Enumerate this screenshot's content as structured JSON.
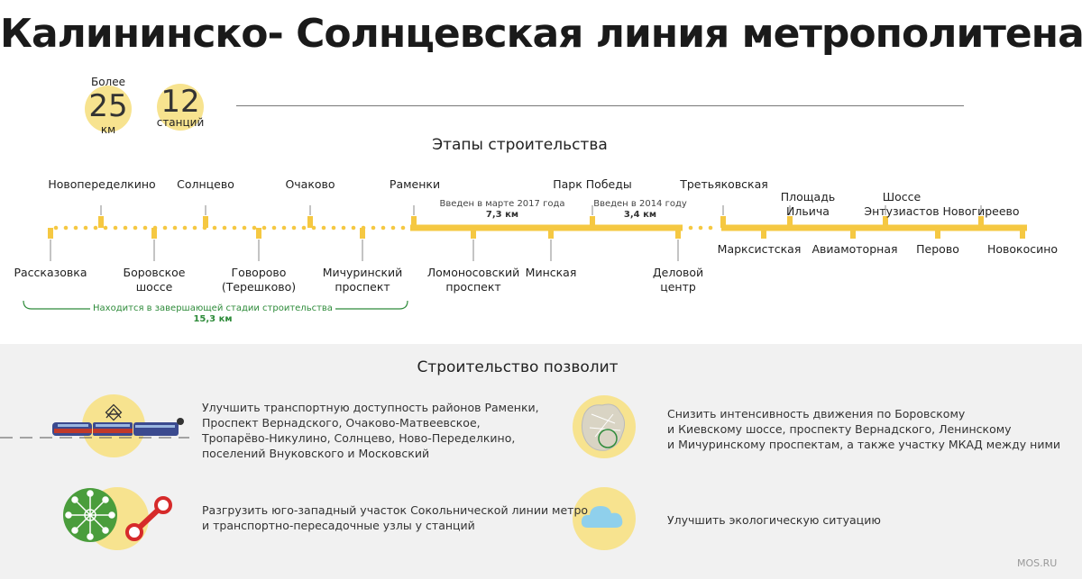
{
  "title": "Калининско- Солнцевская линия метрополитена",
  "stats": {
    "length_prefix": "Более",
    "length_value": "25",
    "length_unit": "км",
    "stations_value": "12",
    "stations_unit": "станций"
  },
  "stages_title": "Этапы строительства",
  "stations_top": [
    "Новопеределкино",
    "Солнцево",
    "Очаково",
    "Раменки",
    "Парк Победы",
    "Третьяковская",
    "Площадь\nИльича",
    "Шоссе\nЭнтузиастов",
    "Новогиреево"
  ],
  "stations_bottom": [
    "Рассказовка",
    "Боровское\nшоссе",
    "Говорово\n(Терешково)",
    "Мичуринский\nпроспект",
    "Ломоносовский\nпроспект",
    "Минская",
    "Деловой\nцентр",
    "Марксистская",
    "Авиамоторная",
    "Перово",
    "Новокосино"
  ],
  "segments": {
    "s2017_note": "Введен в марте 2017 года",
    "s2017_length": "7,3 км",
    "s2014_note": "Введен в 2014 году",
    "s2014_length": "3,4 км",
    "final_note": "Находится в завершающей стадии строительства",
    "final_length": "15,3 км"
  },
  "benefits_title": "Строительство позволит",
  "benefits": [
    "Улучшить транспортную доступность районов Раменки,\nПроспект Вернадского, Очаково-Матвеевское,\nТропарёво-Никулино, Солнцево, Ново-Переделкино,\nпоселений Внуковского и Московский",
    "Снизить интенсивность движения по Боровскому\nи Киевскому шоссе, проспекту Вернадского, Ленинскому\nи Мичуринскому проспектам, а также участку МКАД между ними",
    "Разгрузить юго-западный участок Сокольнической линии метро\nи транспортно-пересадочные узлы у станций",
    "Улучшить экологическую ситуацию"
  ],
  "footer": "MOS.RU",
  "colors": {
    "line": "#f5c842",
    "circle": "#f7e38f",
    "green": "#2e8b3a",
    "gray_bg": "#f1f1f1"
  }
}
